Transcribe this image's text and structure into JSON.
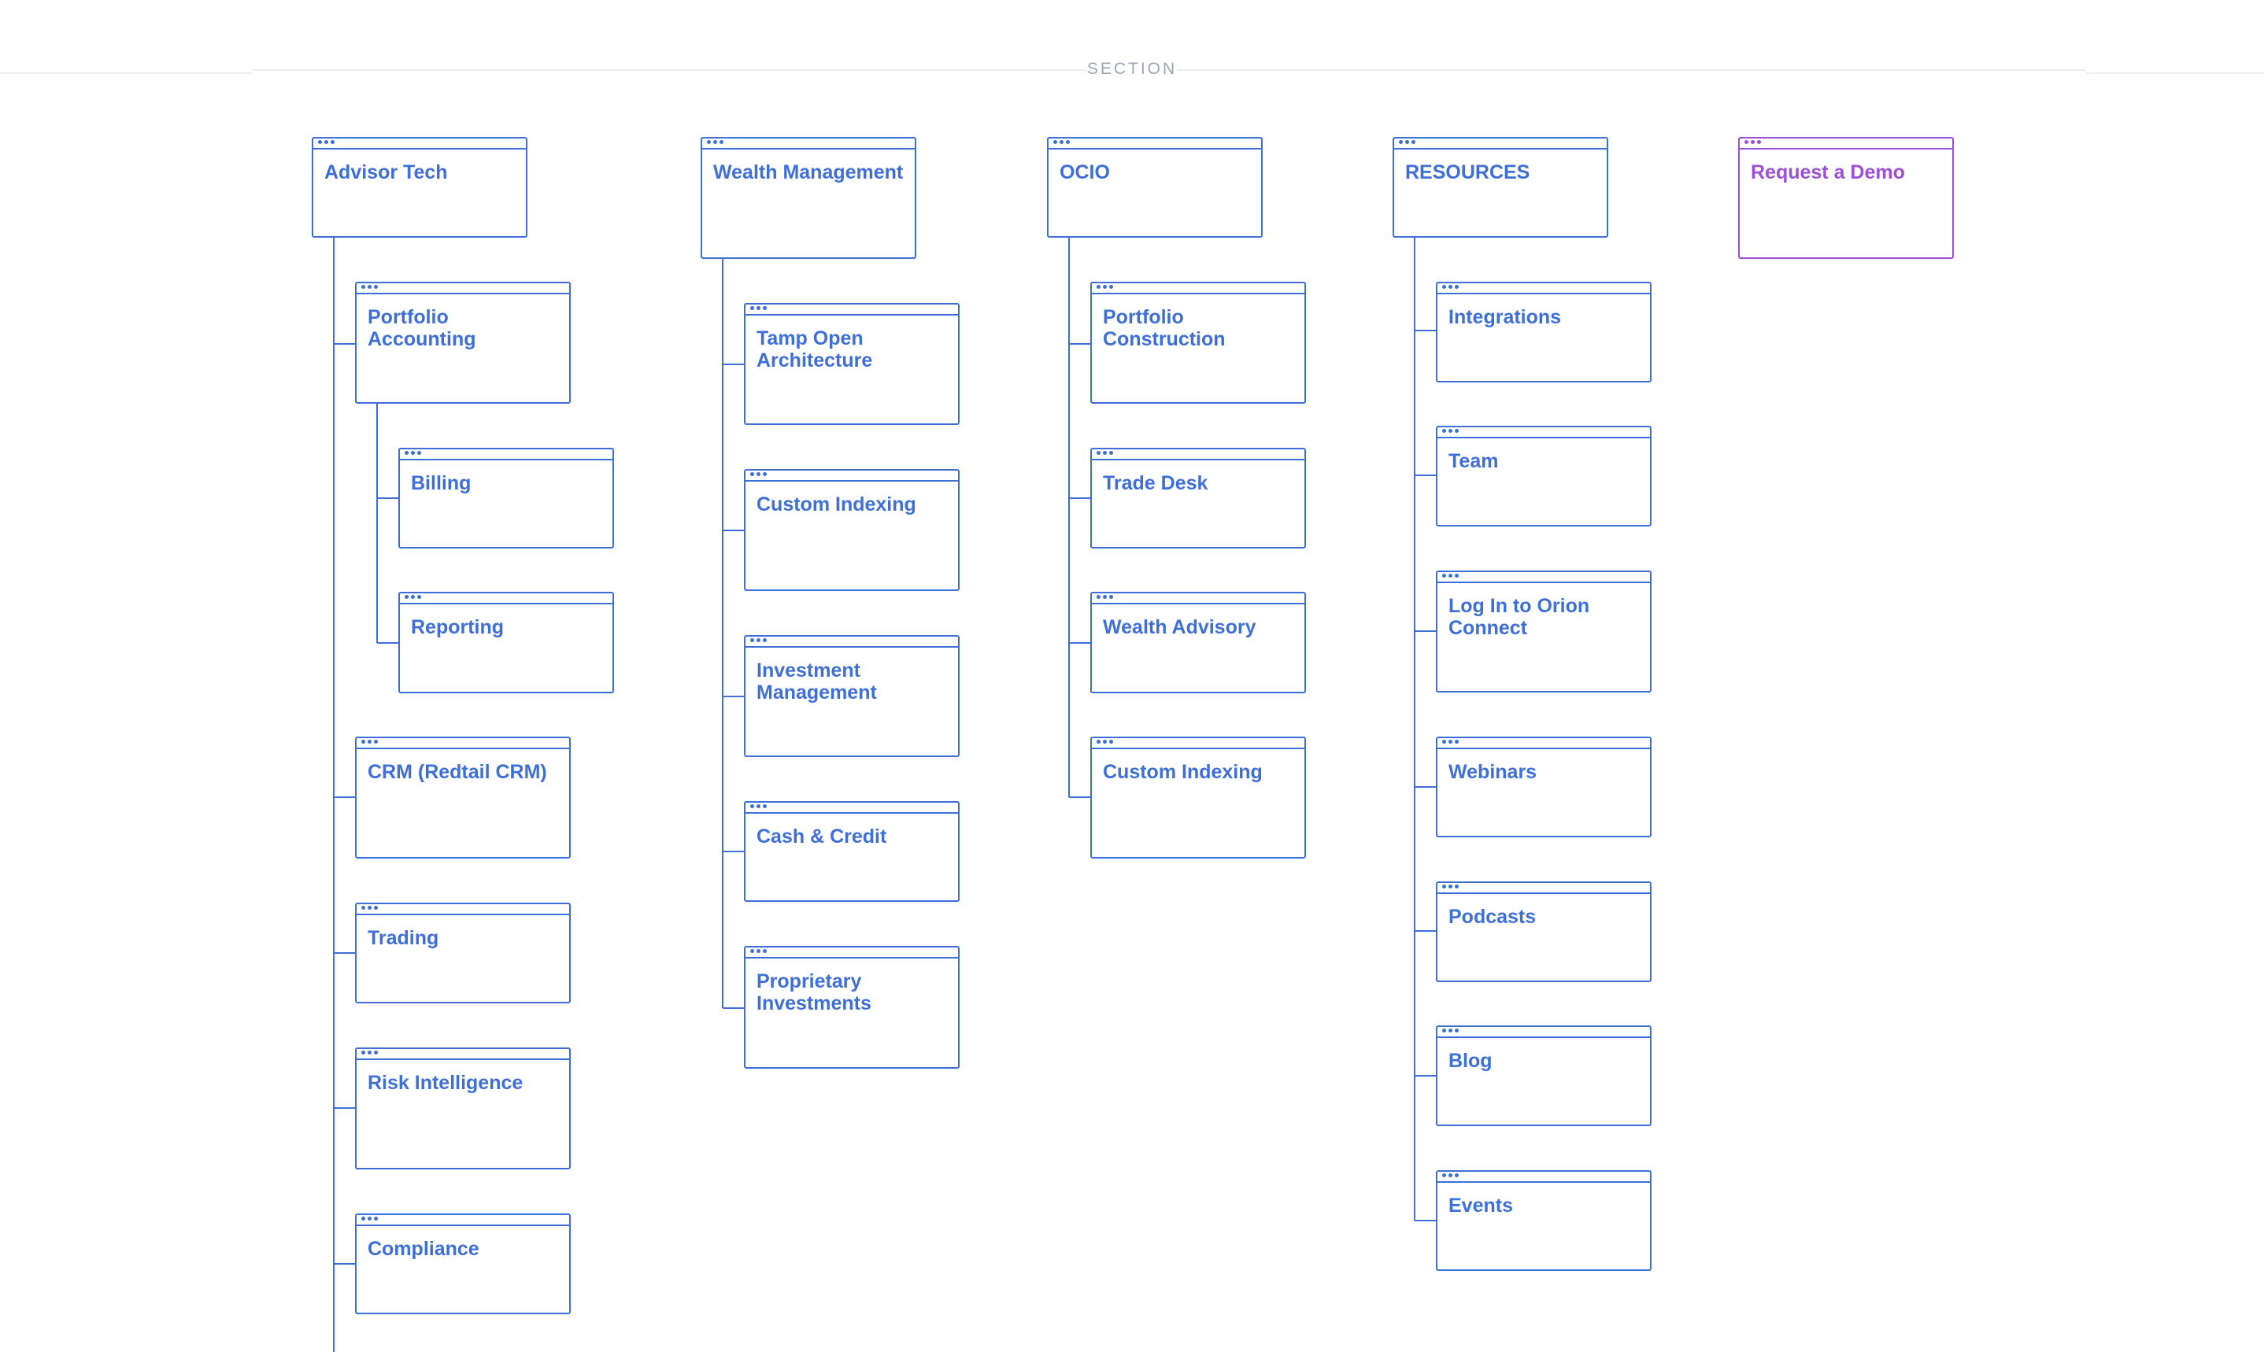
{
  "section": {
    "label": "SECTION"
  },
  "colors": {
    "node": "#3e6fd8",
    "cta": "#9b4fd6",
    "divider": "#eceef2",
    "section_text": "#9aa6b6"
  },
  "columns": [
    {
      "label": "Advisor Tech",
      "children": [
        {
          "label": "Portfolio Accounting",
          "children": [
            {
              "label": "Billing"
            },
            {
              "label": "Reporting"
            }
          ]
        },
        {
          "label": "CRM (Redtail CRM)"
        },
        {
          "label": "Trading"
        },
        {
          "label": "Risk Intelligence"
        },
        {
          "label": "Compliance"
        }
      ]
    },
    {
      "label": "Wealth Management",
      "children": [
        {
          "label": "Tamp Open Architecture"
        },
        {
          "label": "Custom Indexing"
        },
        {
          "label": "Investment Management"
        },
        {
          "label": "Cash & Credit"
        },
        {
          "label": "Proprietary Investments"
        }
      ]
    },
    {
      "label": "OCIO",
      "children": [
        {
          "label": "Portfolio Construction"
        },
        {
          "label": "Trade Desk"
        },
        {
          "label": "Wealth Advisory"
        },
        {
          "label": "Custom Indexing"
        }
      ]
    },
    {
      "label": "RESOURCES",
      "children": [
        {
          "label": "Integrations"
        },
        {
          "label": "Team"
        },
        {
          "label": "Log In to Orion Connect"
        },
        {
          "label": "Webinars"
        },
        {
          "label": "Podcasts"
        },
        {
          "label": "Blog"
        },
        {
          "label": "Events"
        }
      ]
    },
    {
      "label": "Request a Demo",
      "cta": true,
      "children": []
    }
  ]
}
